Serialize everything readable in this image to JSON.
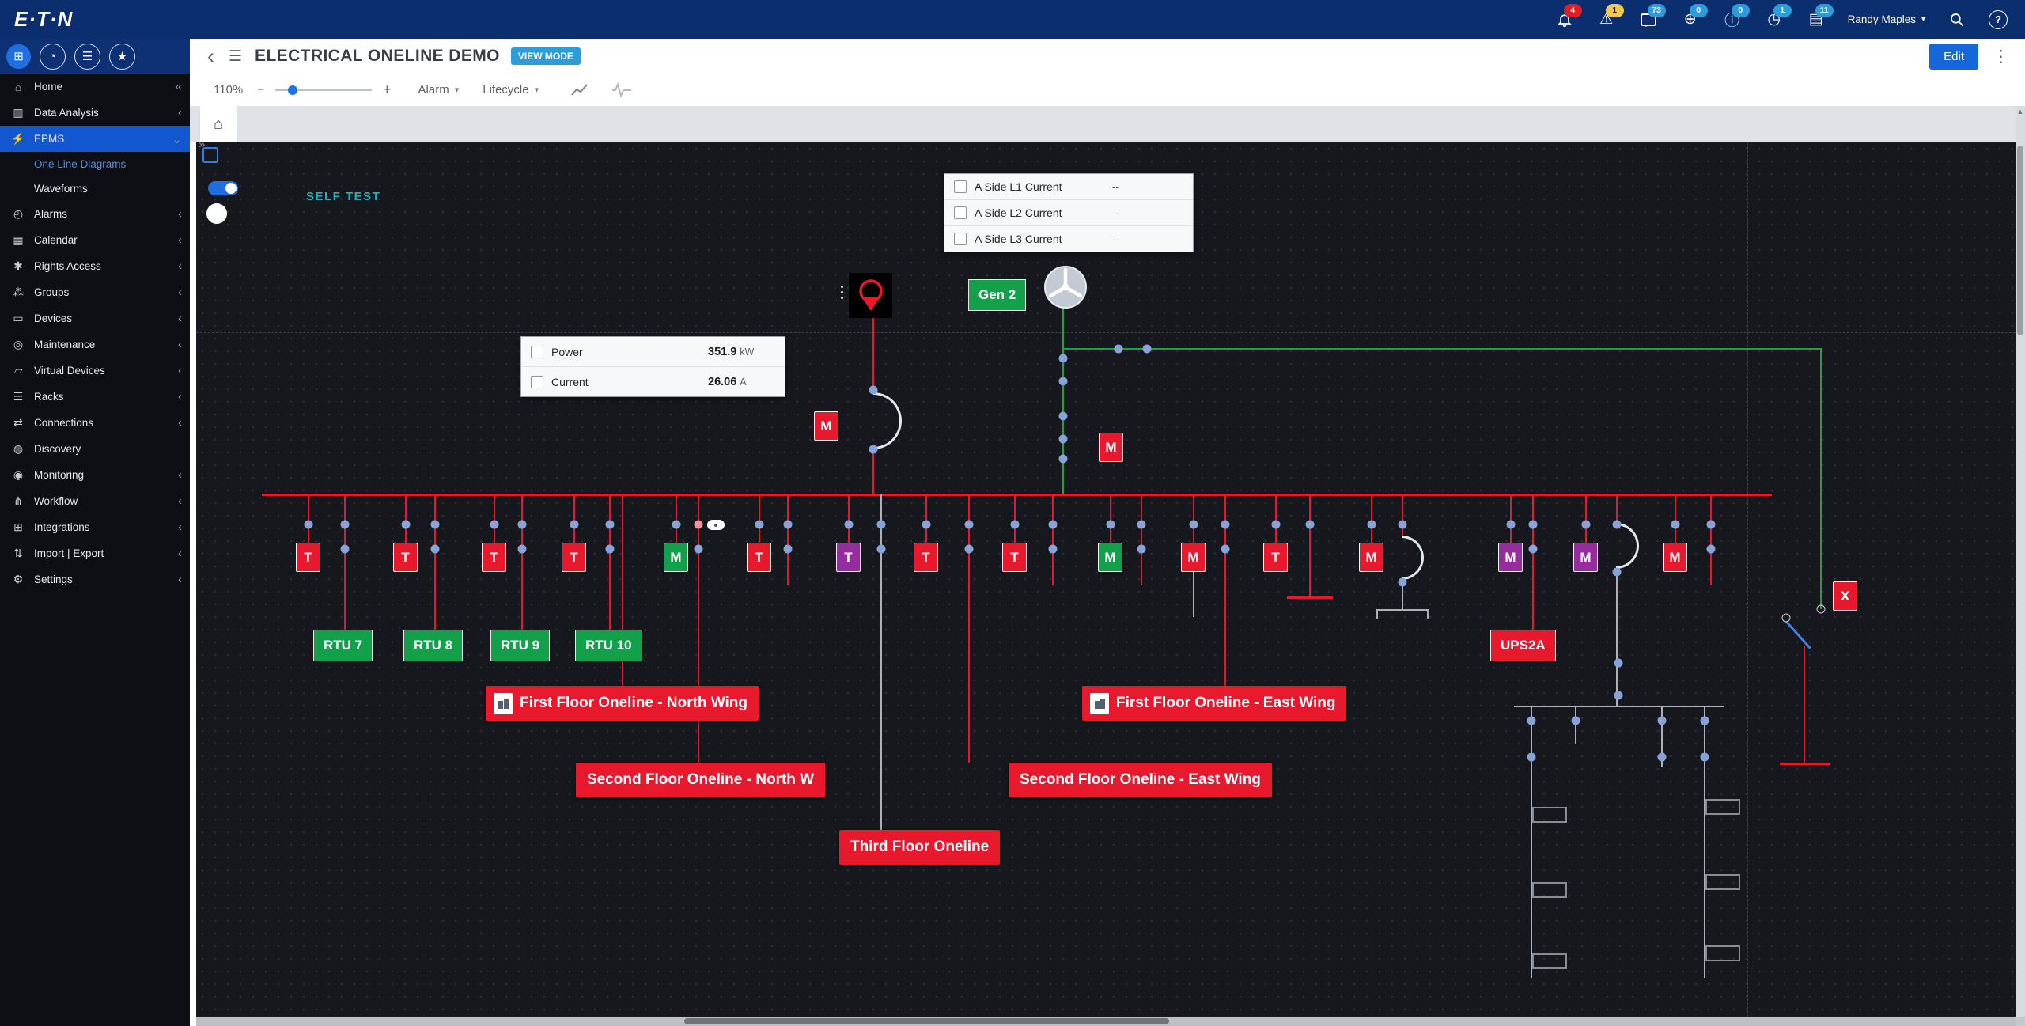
{
  "topbar": {
    "logo": "E·T·N",
    "user": "Randy Maples",
    "notifications": [
      {
        "icon": "bell-icon",
        "count": "4",
        "color": "#e02020"
      },
      {
        "icon": "warning-icon",
        "count": "1",
        "color": "#f2c94c"
      },
      {
        "icon": "chat-icon",
        "count": "73",
        "color": "#2d9cdb"
      },
      {
        "icon": "globe-icon",
        "count": "0",
        "color": "#2d9cdb"
      },
      {
        "icon": "info-icon",
        "count": "0",
        "color": "#2d9cdb"
      },
      {
        "icon": "clock-icon",
        "count": "1",
        "color": "#2d9cdb"
      },
      {
        "icon": "rack-icon",
        "count": "11",
        "color": "#2d9cdb"
      }
    ]
  },
  "app_strip": [
    {
      "icon": "apps-icon"
    },
    {
      "icon": "gauge-icon"
    },
    {
      "icon": "list-icon"
    },
    {
      "icon": "star-icon"
    }
  ],
  "sidebar": {
    "items": [
      {
        "label": "Home",
        "icon": "home",
        "chevron": "«"
      },
      {
        "label": "Data Analysis",
        "icon": "chart",
        "chevron": "‹"
      },
      {
        "label": "EPMS",
        "icon": "bolt",
        "chevron": "⌄",
        "active": true
      },
      {
        "label": "One Line Diagrams",
        "child": true,
        "selected": true
      },
      {
        "label": "Waveforms",
        "child": true
      },
      {
        "label": "Alarms",
        "icon": "alarm",
        "chevron": "‹"
      },
      {
        "label": "Calendar",
        "icon": "calendar",
        "chevron": "‹"
      },
      {
        "label": "Rights Access",
        "icon": "key",
        "chevron": "‹"
      },
      {
        "label": "Groups",
        "icon": "groups",
        "chevron": "‹"
      },
      {
        "label": "Devices",
        "icon": "devices",
        "chevron": "‹"
      },
      {
        "label": "Maintenance",
        "icon": "maintenance",
        "chevron": "‹"
      },
      {
        "label": "Virtual Devices",
        "icon": "virtual",
        "chevron": "‹"
      },
      {
        "label": "Racks",
        "icon": "racks",
        "chevron": "‹"
      },
      {
        "label": "Connections",
        "icon": "connections",
        "chevron": "‹"
      },
      {
        "label": "Discovery",
        "icon": "discovery",
        "chevron": ""
      },
      {
        "label": "Monitoring",
        "icon": "monitoring",
        "chevron": "‹"
      },
      {
        "label": "Workflow",
        "icon": "workflow",
        "chevron": "‹"
      },
      {
        "label": "Integrations",
        "icon": "integrations",
        "chevron": "‹"
      },
      {
        "label": "Import | Export",
        "icon": "importexport",
        "chevron": "‹"
      },
      {
        "label": "Settings",
        "icon": "settings",
        "chevron": "‹"
      }
    ]
  },
  "header": {
    "title": "ELECTRICAL ONELINE DEMO",
    "mode_badge": "VIEW MODE",
    "edit_label": "Edit"
  },
  "toolbar": {
    "zoom": "110%",
    "minus": "−",
    "plus": "+",
    "alarm_label": "Alarm",
    "lifecycle_label": "Lifecycle"
  },
  "canvas": {
    "self_test": "SELF TEST",
    "x_badge": "X",
    "measure_panel_a": {
      "rows": [
        {
          "label": "A Side L1 Current",
          "value": "--"
        },
        {
          "label": "A Side L2 Current",
          "value": "--"
        },
        {
          "label": "A Side L3 Current",
          "value": "--"
        }
      ]
    },
    "measure_panel_b": {
      "rows": [
        {
          "label": "Power",
          "value": "351.9",
          "unit": "kW"
        },
        {
          "label": "Current",
          "value": "26.06",
          "unit": "A"
        }
      ]
    },
    "bus_badges": [
      {
        "letter": "T",
        "color": "#e8192c"
      },
      {
        "letter": "T",
        "color": "#e8192c"
      },
      {
        "letter": "T",
        "color": "#e8192c"
      },
      {
        "letter": "T",
        "color": "#e8192c"
      },
      {
        "letter": "M",
        "color": "#12a04b"
      },
      {
        "letter": "T",
        "color": "#e8192c"
      },
      {
        "letter": "T",
        "color": "#962d9e"
      },
      {
        "letter": "T",
        "color": "#e8192c"
      },
      {
        "letter": "T",
        "color": "#e8192c"
      },
      {
        "letter": "M",
        "color": "#12a04b"
      },
      {
        "letter": "M",
        "color": "#e8192c"
      },
      {
        "letter": "T",
        "color": "#e8192c"
      },
      {
        "letter": "M",
        "color": "#e8192c"
      },
      {
        "letter": "M",
        "color": "#962d9e"
      },
      {
        "letter": "M",
        "color": "#962d9e"
      },
      {
        "letter": "M",
        "color": "#e8192c"
      }
    ],
    "feeder_badges": [
      {
        "letter": "M",
        "color": "#e8192c"
      },
      {
        "letter": "M",
        "color": "#e8192c"
      }
    ],
    "device_labels": [
      {
        "text": "RTU 7",
        "color": "#13a04a"
      },
      {
        "text": "RTU 8",
        "color": "#13a04a"
      },
      {
        "text": "RTU 9",
        "color": "#13a04a"
      },
      {
        "text": "RTU 10",
        "color": "#13a04a"
      },
      {
        "text": "UPS2A",
        "color": "#e8192c"
      },
      {
        "text": "Gen 2",
        "color": "#13a04a"
      }
    ],
    "links": [
      {
        "text": "First Floor Oneline - North Wing"
      },
      {
        "text": "First Floor Oneline - East Wing"
      },
      {
        "text": "Second Floor Oneline - North W"
      },
      {
        "text": "Second Floor Oneline - East Wing"
      },
      {
        "text": "Third Floor Oneline"
      }
    ]
  }
}
